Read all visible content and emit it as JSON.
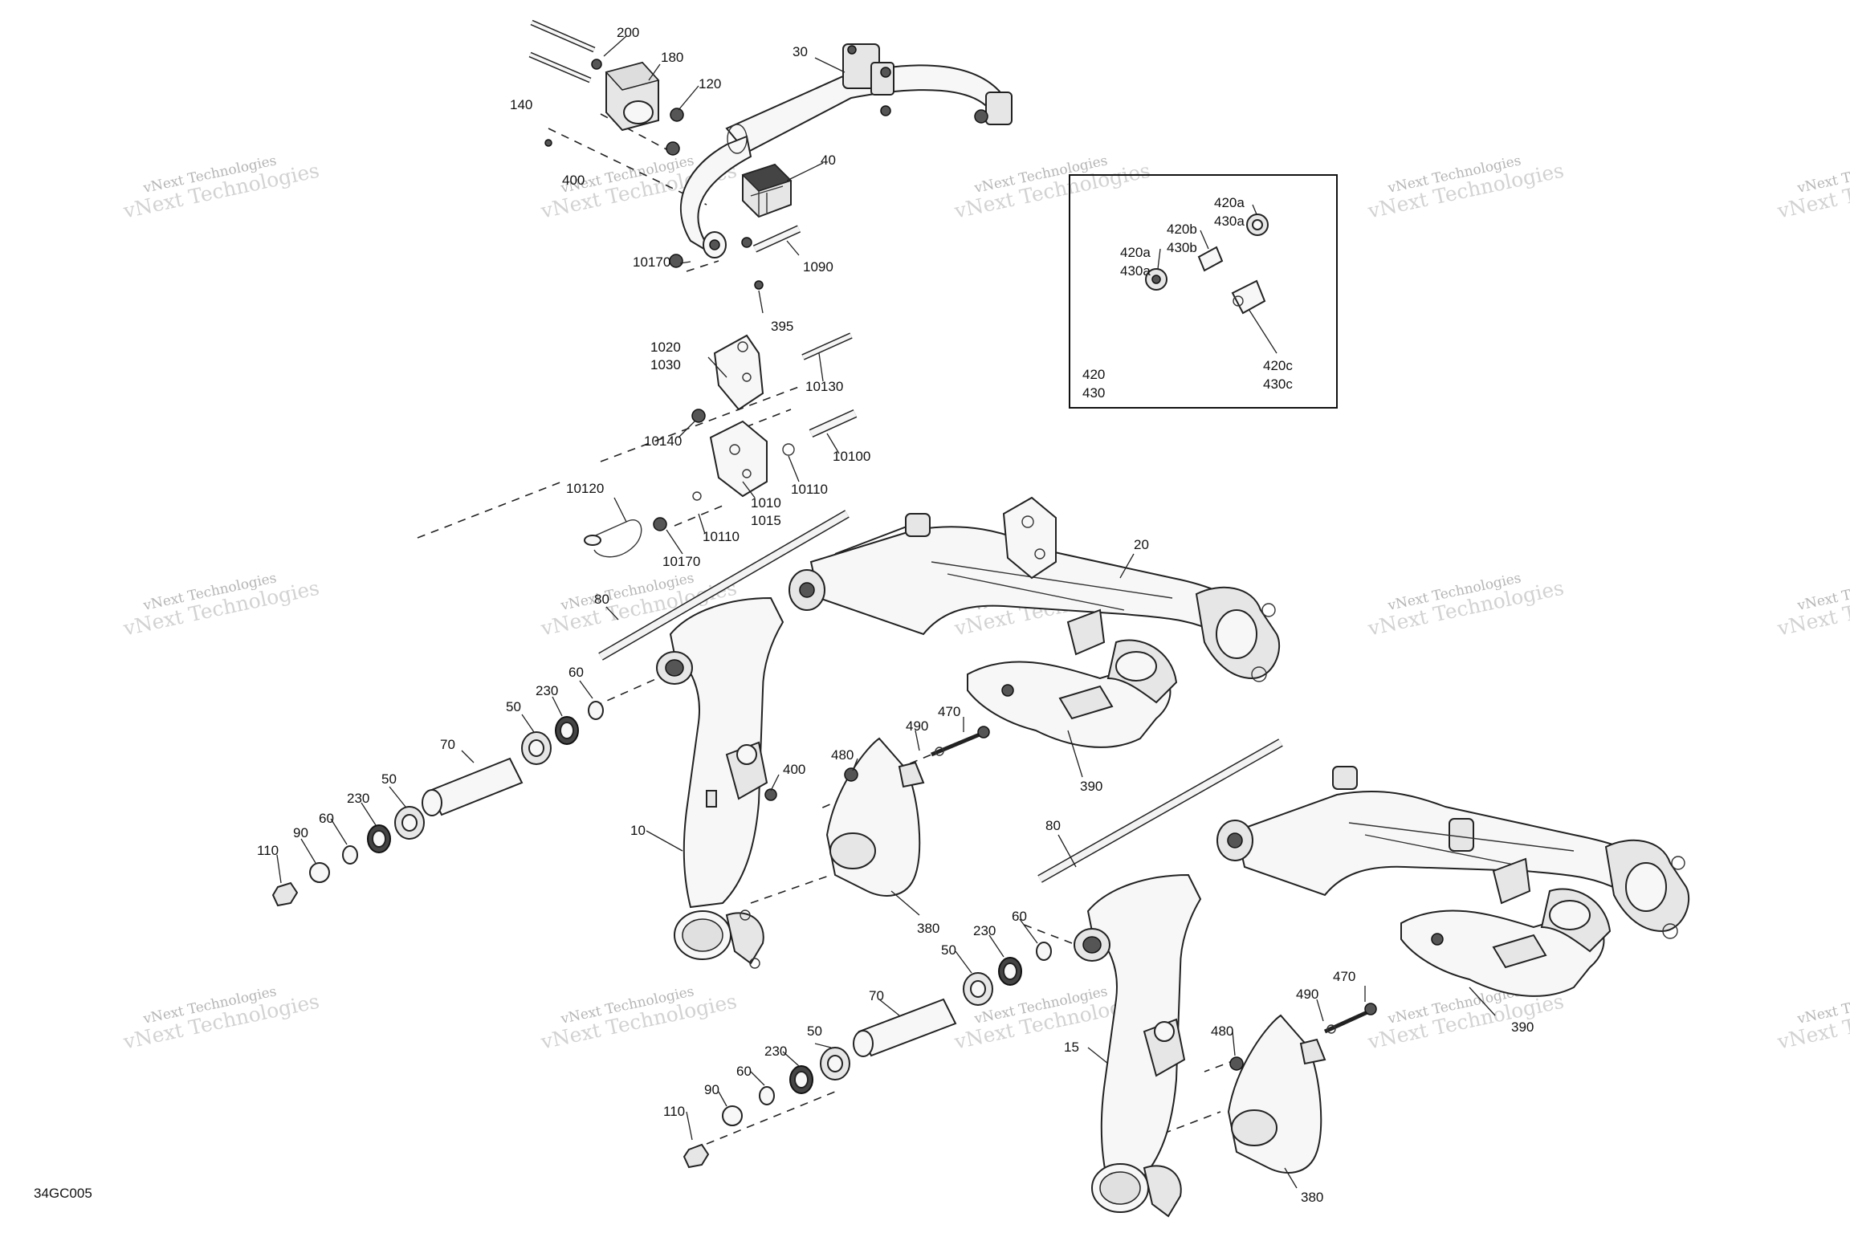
{
  "diagram": {
    "code": "34GC005",
    "watermark_line1": "vNext Technologies",
    "watermark_line2": "vNext Technologies",
    "inset_labels": {
      "a1": "420a",
      "a2": "430a",
      "b1": "420b",
      "b2": "430b",
      "c1": "420a",
      "c2": "430a",
      "d1": "420c",
      "d2": "430c",
      "e1": "420",
      "e2": "430"
    },
    "callouts": {
      "p200": "200",
      "p180": "180",
      "p30": "30",
      "p120": "120",
      "p140": "140",
      "p400a": "400",
      "p40": "40",
      "p10170a": "10170",
      "p1090": "1090",
      "p395": "395",
      "p1020": "1020",
      "p1030": "1030",
      "p10130": "10130",
      "p10140": "10140",
      "p10100": "10100",
      "p10110a": "10110",
      "p1010": "1010",
      "p1015": "1015",
      "p10120": "10120",
      "p10110b": "10110",
      "p10170b": "10170",
      "p20": "20",
      "p80a": "80",
      "p230a": "230",
      "p60a": "60",
      "p50a": "50",
      "p70a": "70",
      "p490a": "490",
      "p470a": "470",
      "p480a": "480",
      "p400b": "400",
      "p390a": "390",
      "p50b": "50",
      "p230b": "230",
      "p60b": "60",
      "p90a": "90",
      "p110a": "110",
      "p10": "10",
      "p380a": "380",
      "p80b": "80",
      "p60c": "60",
      "p230c": "230",
      "p50c": "50",
      "p70b": "70",
      "p50d": "50",
      "p230d": "230",
      "p60d": "60",
      "p90b": "90",
      "p110b": "110",
      "p15": "15",
      "p490b": "490",
      "p470b": "470",
      "p480b": "480",
      "p390b": "390",
      "p380b": "380"
    }
  }
}
